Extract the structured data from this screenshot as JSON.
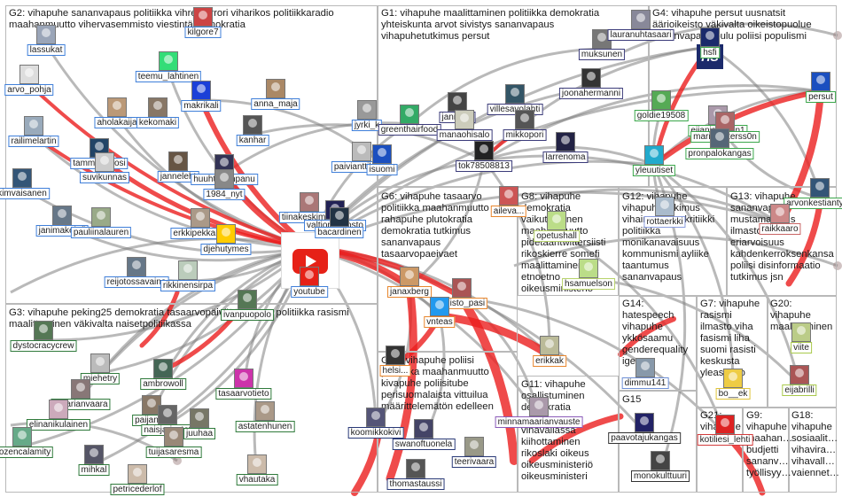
{
  "groups": [
    {
      "id": "G2",
      "text": "G2: vihapuhe sananvapaus politiikka vihreaterrori viharikos politiikkaradio\nmaahanmuutto vihervasemmisto viestintä demokratia"
    },
    {
      "id": "G1",
      "text": "G1: vihapuhe maalittaminen politiikka demokratia\nyhteiskunta arvot sivistys sananvapaus\nvihapuhetutkimus persut"
    },
    {
      "id": "G4",
      "text": "G4: vihapuhe persut uusnatsit\näärioikeisto väkivalta oikeistopuolue\nsananvapaus oulu poliisi populismi"
    },
    {
      "id": "G6",
      "text": "G6: vihapuhe tasaarvo\npolitiikka maahanmuutto\nrahapuhe plutokratia\ndemokratia tutkimus\nsananvapaus\ntasaarvopaeivaet"
    },
    {
      "id": "G8",
      "text": "G8: vihapuhe\ndemokratia\nvaikuttaminen\nmaahanmuutto\npidetääntwittersiisti\nrikoskierre somefi\nmaalittaminen\netnoetno\noikeusministerio"
    },
    {
      "id": "G12",
      "text": "G12: vihapuhe\nvihapuhetutkimus\nvihainenpuhe kritiikki\npolitiikka\nmonikanavaisuus\nkommunismi ayliike\ntaantumus\nsananvapaus"
    },
    {
      "id": "G13",
      "text": "G13: vihapuhe\nsananvapaus\nmustamaalaus\nilmastonmuutos\neriarvoisuus\nkahdenkerroksenkansa\npoliisi disinformaatio\ntutkimus jsn"
    },
    {
      "id": "G3",
      "text": "G3: vihapuhe peking25 demokratia tasaarvopäivät tasaarvo politiikka rasismi\nmaalittaminen väkivalta naisetpolitiikassa"
    },
    {
      "id": "G14",
      "text": "G14:\nhatespeech\nvihapuhe\nykkösaamu\ngenderequality\nigep"
    },
    {
      "id": "G7",
      "text": "G7: vihapuhe\nrasismi\nilmasto viha\nfasismi liha\nsuomi rasisti\nkeskusta\nyleastudio"
    },
    {
      "id": "G20",
      "text": "G20:\nvihapuhe\nmaalittaminen"
    },
    {
      "id": "G10",
      "text": "G10: vihapuhe poliisi\npolitiikka maahanmuutto\nkivapuhe poliisitube\nperisuomalaista vittuilua\nmäärittelemätön edelleen"
    },
    {
      "id": "G11",
      "text": "G11: vihapuhe\nosallistuminen\ndemokratia\nsananvapaus\nvihavallassa\nkiihottaminen\nrikoslaki oikeus\noikeusministeriö\noikeusministeri"
    },
    {
      "id": "G15",
      "text": "G15"
    },
    {
      "id": "G21",
      "text": "G21:\nvihapuhe\nsome"
    },
    {
      "id": "G9",
      "text": "G9:\nvihapuhe\nmaahan…\nbudjetti\nsananv…\ntyöllisyy…"
    },
    {
      "id": "G18",
      "text": "G18:\nvihapuhe\nsosiaalit…\nvihavira…\nvihavall…\nvaiennet…"
    }
  ],
  "nodes": [
    {
      "label": "lassukat",
      "group": "g2",
      "color": "#9aa5b8"
    },
    {
      "label": "kilgore7",
      "group": "g2",
      "color": "#c44"
    },
    {
      "label": "teemu_lahtinen",
      "group": "g2",
      "color": "#3d7"
    },
    {
      "label": "arvo_pohja",
      "group": "g2",
      "color": "#ddd"
    },
    {
      "label": "makrikali",
      "group": "g2",
      "color": "#1a3fd8"
    },
    {
      "label": "anna_maja",
      "group": "g2",
      "color": "#a86"
    },
    {
      "label": "aholakaija",
      "group": "g2",
      "color": "#b97"
    },
    {
      "label": "kekomaki",
      "group": "g2",
      "color": "#876"
    },
    {
      "label": "railimelartin",
      "group": "g2",
      "color": "#9ab"
    },
    {
      "label": "kanhar",
      "group": "g2",
      "color": "#555"
    },
    {
      "label": "tamminentosi",
      "group": "g2",
      "color": "#246"
    },
    {
      "label": "suvikunnas",
      "group": "g2",
      "color": "#ccc"
    },
    {
      "label": "janneleht",
      "group": "g2",
      "color": "#654"
    },
    {
      "label": "huuhtanenpanu",
      "group": "g2",
      "color": "#335"
    },
    {
      "label": "kimvaisanen",
      "group": "g2",
      "color": "#357"
    },
    {
      "label": "1984_nyt",
      "group": "g2",
      "color": "#888"
    },
    {
      "label": "janimakelafi",
      "group": "g2",
      "color": "#678"
    },
    {
      "label": "pauliinalauren",
      "group": "g2",
      "color": "#9a8"
    },
    {
      "label": "erkkipekkala1",
      "group": "g2",
      "color": "#a98"
    },
    {
      "label": "tiinakeskimaki",
      "group": "g2",
      "color": "#a77"
    },
    {
      "label": "valtioneuvosto",
      "group": "g2",
      "color": "#225"
    },
    {
      "label": "paivianttikoski",
      "group": "g2",
      "color": "#bbb"
    },
    {
      "label": "isuomi",
      "group": "g2",
      "color": "#1b4fbf"
    },
    {
      "label": "jyrki_k",
      "group": "g2",
      "color": "#999"
    },
    {
      "label": "djehutymes",
      "group": "g2",
      "color": "#fc0"
    },
    {
      "label": "reijotossavaine",
      "group": "g2",
      "color": "#678"
    },
    {
      "label": "rikkinensirpa",
      "group": "g2",
      "color": "#bcb"
    },
    {
      "label": "bacardinen",
      "group": "g2",
      "color": "#234"
    },
    {
      "label": "youtube",
      "group": "g2",
      "color": "#e62117"
    },
    {
      "label": "greenthairfood",
      "group": "g1",
      "color": "#3a6"
    },
    {
      "label": "janitapo",
      "group": "g1",
      "color": "#444"
    },
    {
      "label": "villesavolahti",
      "group": "g1",
      "color": "#356"
    },
    {
      "label": "manaohisalo",
      "group": "g1",
      "color": "#ccb"
    },
    {
      "label": "mikkopori",
      "group": "g1",
      "color": "#555"
    },
    {
      "label": "tok78508813",
      "group": "g1",
      "color": "#222"
    },
    {
      "label": "joonahermanni",
      "group": "g1",
      "color": "#333"
    },
    {
      "label": "larrenoma",
      "group": "g1",
      "color": "#224"
    },
    {
      "label": "muksunen",
      "group": "g1",
      "color": "#777"
    },
    {
      "label": "lauranuhtasaari",
      "group": "g1",
      "color": "#889"
    },
    {
      "label": "hsfi",
      "group": "g4",
      "color": "#1b2a6b"
    },
    {
      "label": "persut",
      "group": "g4",
      "color": "#1b4fbf"
    },
    {
      "label": "goldie19508",
      "group": "g4",
      "color": "#5a5"
    },
    {
      "label": "eijaniskanen1",
      "group": "g4",
      "color": "#a9a"
    },
    {
      "label": "mariapetterss0n",
      "group": "g4",
      "color": "#a66"
    },
    {
      "label": "pronpalokangas",
      "group": "g4",
      "color": "#567"
    },
    {
      "label": "yleuutiset",
      "group": "g4",
      "color": "#2ac"
    },
    {
      "label": "arvonkestiantyne",
      "group": "g4",
      "color": "#357"
    },
    {
      "label": "aileva...",
      "group": "g6",
      "color": "#c55"
    },
    {
      "label": "janaxberg",
      "group": "g6",
      "color": "#c96"
    },
    {
      "label": "kalisto_pasi",
      "group": "g6",
      "color": "#a55"
    },
    {
      "label": "vnteas",
      "group": "g6",
      "color": "#29e"
    },
    {
      "label": "opetushall",
      "group": "g8",
      "color": "#bd8"
    },
    {
      "label": "hsamuelson",
      "group": "g8",
      "color": "#bd8"
    },
    {
      "label": "rottaerkki",
      "group": "g12",
      "color": "#abc"
    },
    {
      "label": "raikkaaro",
      "group": "g13",
      "color": "#c88"
    },
    {
      "label": "ivanpuopolo",
      "group": "g3",
      "color": "#575"
    },
    {
      "label": "dystocracycrew",
      "group": "g3",
      "color": "#575"
    },
    {
      "label": "miehetry",
      "group": "g3",
      "color": "#bbb"
    },
    {
      "label": "ambrowoll",
      "group": "g3",
      "color": "#465"
    },
    {
      "label": "tasaarvotieto",
      "group": "g3",
      "color": "#c3a"
    },
    {
      "label": "maarianvaara",
      "group": "g3",
      "color": "#877"
    },
    {
      "label": "paijanne",
      "group": "g3",
      "color": "#876"
    },
    {
      "label": "elinanikulainen",
      "group": "g3",
      "color": "#cab"
    },
    {
      "label": "naisjarjestot",
      "group": "g3",
      "color": "#666"
    },
    {
      "label": "juuhaa",
      "group": "g3",
      "color": "#776"
    },
    {
      "label": "astatenhunen",
      "group": "g3",
      "color": "#a98"
    },
    {
      "label": "frozencalamity",
      "group": "g3",
      "color": "#6a8"
    },
    {
      "label": "tuijasaresma",
      "group": "g3",
      "color": "#987"
    },
    {
      "label": "mihkal",
      "group": "g3",
      "color": "#556"
    },
    {
      "label": "petricederlof",
      "group": "g3",
      "color": "#cba"
    },
    {
      "label": "vhautaka",
      "group": "g3",
      "color": "#cba"
    },
    {
      "label": "erikkak",
      "group": "g6",
      "color": "#bb9"
    },
    {
      "label": "dimmu141",
      "group": "g14",
      "color": "#89a"
    },
    {
      "label": "bo__ek",
      "group": "g17",
      "color": "#ec4"
    },
    {
      "label": "eijabrilli",
      "group": "g20",
      "color": "#a55"
    },
    {
      "label": "viite",
      "group": "g20",
      "color": "#bc8"
    },
    {
      "label": "helsi...",
      "group": "g6",
      "color": "#333"
    },
    {
      "label": "koomikkokivi",
      "group": "g10",
      "color": "#557"
    },
    {
      "label": "swanoftuonela",
      "group": "g10",
      "color": "#446"
    },
    {
      "label": "teerivaara",
      "group": "g10",
      "color": "#998"
    },
    {
      "label": "thomastaussi",
      "group": "g10",
      "color": "#555"
    },
    {
      "label": "minnamaarianvauste",
      "group": "g11",
      "color": "#a9a"
    },
    {
      "label": "paavotajukangas",
      "group": "g15",
      "color": "#226"
    },
    {
      "label": "monokulttuuri",
      "group": "g15",
      "color": "#444"
    },
    {
      "label": "kotiliesi_lehti",
      "group": "g9",
      "color": "#d22"
    }
  ]
}
